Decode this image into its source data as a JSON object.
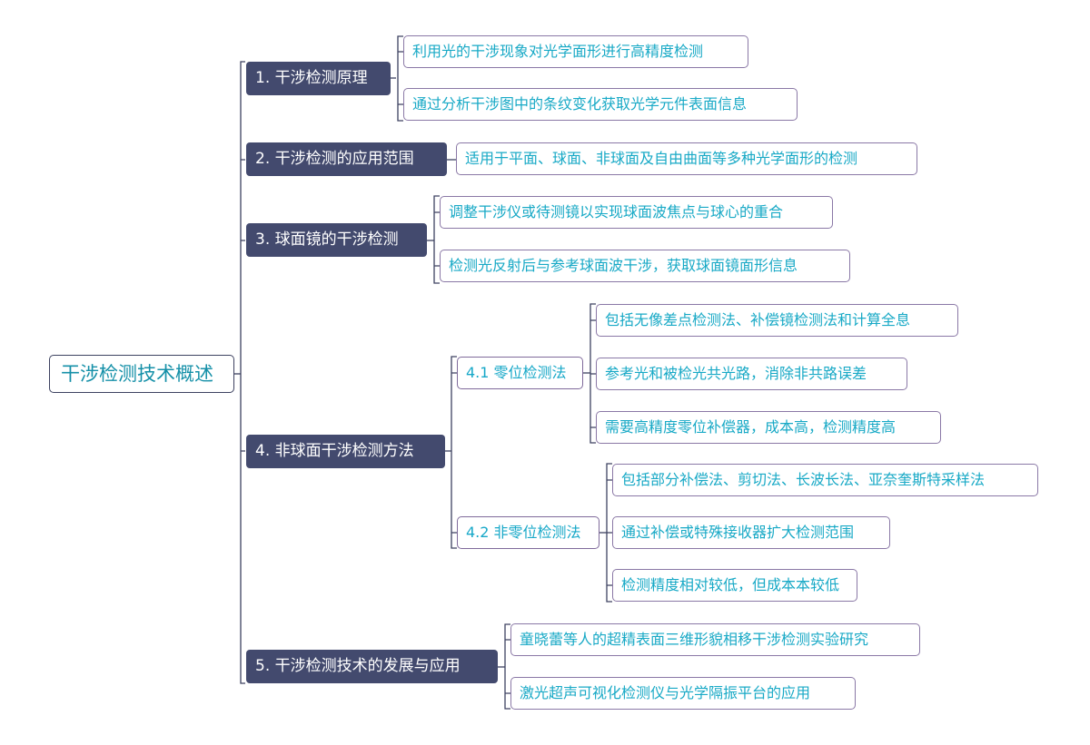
{
  "mindmap": {
    "root": {
      "label": "干涉检测技术概述"
    },
    "branches": [
      {
        "label": "1. 干涉检测原理",
        "items": [
          "利用光的干涉现象对光学面形进行高精度检测",
          "通过分析干涉图中的条纹变化获取光学元件表面信息"
        ]
      },
      {
        "label": "2. 干涉检测的应用范围",
        "items": [
          "适用于平面、球面、非球面及自由曲面等多种光学面形的检测"
        ]
      },
      {
        "label": "3. 球面镜的干涉检测",
        "items": [
          "调整干涉仪或待测镜以实现球面波焦点与球心的重合",
          "检测光反射后与参考球面波干涉，获取球面镜面形信息"
        ]
      },
      {
        "label": "4. 非球面干涉检测方法",
        "subs": [
          {
            "label": "4.1 零位检测法",
            "items": [
              "包括无像差点检测法、补偿镜检测法和计算全息",
              "参考光和被检光共光路，消除非共路误差",
              "需要高精度零位补偿器，成本高，检测精度高"
            ]
          },
          {
            "label": "4.2 非零位检测法",
            "items": [
              "包括部分补偿法、剪切法、长波长法、亚奈奎斯特采样法",
              "通过补偿或特殊接收器扩大检测范围",
              "检测精度相对较低，但成本本较低"
            ]
          }
        ]
      },
      {
        "label": "5. 干涉检测技术的发展与应用",
        "items": [
          "童晓蕾等人的超精表面三维形貌相移干涉检测实验研究",
          "激光超声可视化检测仪与光学隔振平台的应用"
        ]
      }
    ]
  },
  "colors": {
    "root_text": "#1590a8",
    "branch_fill": "#434a6e",
    "leaf_text": "#18a9c6",
    "line": "#3d4260"
  }
}
